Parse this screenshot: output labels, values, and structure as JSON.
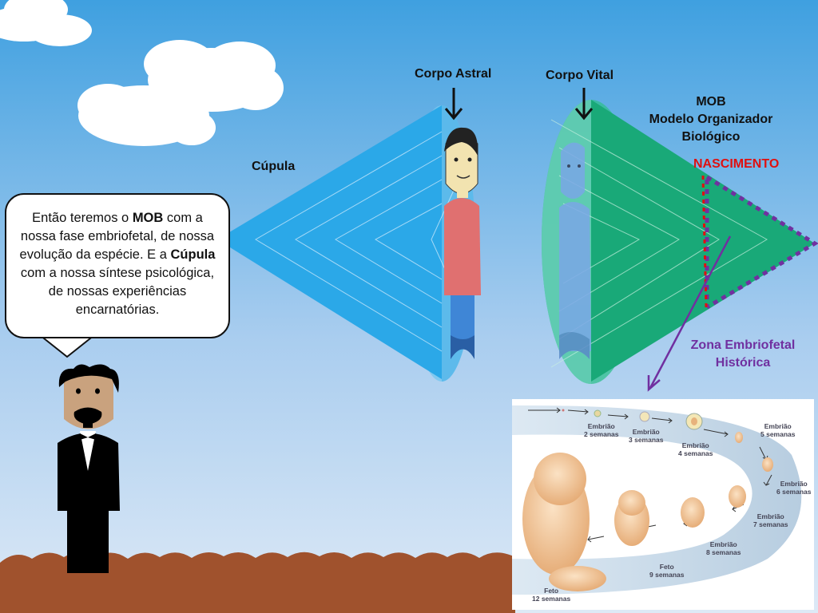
{
  "labels": {
    "corpo_astral": "Corpo Astral",
    "corpo_vital": "Corpo Vital",
    "cupula": "Cúpula",
    "mob": "MOB",
    "mob_line1": "Modelo Organizador",
    "mob_line2": "Biológico",
    "nascimento": "NASCIMENTO",
    "zona_line1": "Zona Embriofetal",
    "zona_line2": "Histórica"
  },
  "bubble": {
    "t1": "Então teremos o ",
    "b1": "MOB",
    "t2": " com a nossa fase embriofetal, de nossa evolução da espécie. E a ",
    "b2": "Cúpula",
    "t3": " com a nossa síntese psicológica, de nossas experiências encarnatórias."
  },
  "development_stages": [
    {
      "name": "Embrião",
      "time": "2 semanas"
    },
    {
      "name": "Embrião",
      "time": "3 semanas"
    },
    {
      "name": "Embrião",
      "time": "4 semanas"
    },
    {
      "name": "Embrião",
      "time": "5 semanas"
    },
    {
      "name": "Embrião",
      "time": "6 semanas"
    },
    {
      "name": "Embrião",
      "time": "7 semanas"
    },
    {
      "name": "Embrião",
      "time": "8 semanas"
    },
    {
      "name": "Feto",
      "time": "9 semanas"
    },
    {
      "name": "Feto",
      "time": "12 semanas"
    }
  ],
  "colors": {
    "sky_top": "#3fa0e0",
    "sky_bottom": "#dde9f6",
    "ground": "#a0522d",
    "astral": "#1fa6e6",
    "vital": "#20b07a",
    "nascimento": "#e01010",
    "zona": "#7030a0"
  }
}
